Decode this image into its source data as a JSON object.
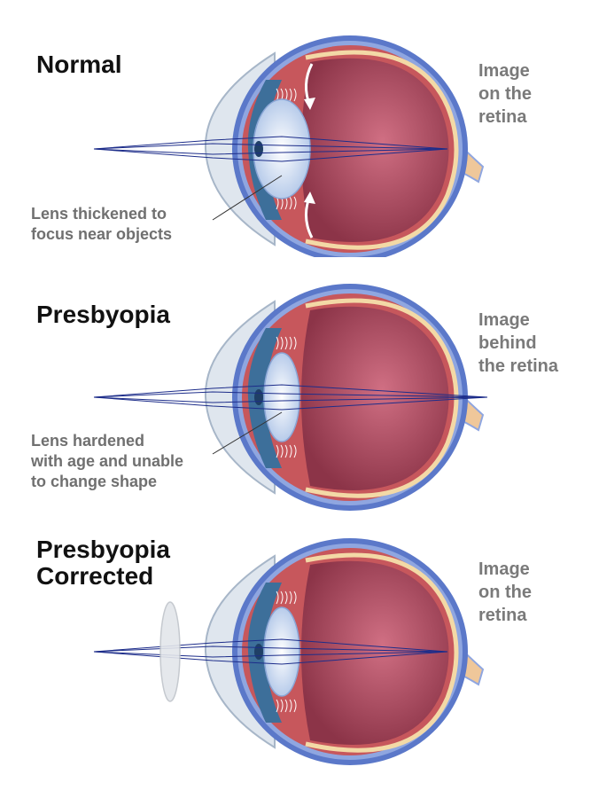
{
  "colors": {
    "sclera_outer": "#5b78c9",
    "sclera_inner": "#8fa6e0",
    "choroid": "#c7575c",
    "retina": "#f3d9a6",
    "vitreous_light": "#d06f83",
    "vitreous_dark": "#8c3448",
    "cornea": "#dfe6ee",
    "iris": "#3d6f9a",
    "lens": "#dbe7f7",
    "optic_nerve": "#efc79a",
    "ray": "#1d2d8a",
    "label_gray": "#707070"
  },
  "panels": [
    {
      "title": "Normal",
      "side_label": "Image\non the\nretina",
      "note": "Lens thickened to\nfocus near objects",
      "lens_state": "thick",
      "focus": "on-retina",
      "has_corrective_lens": false,
      "has_arrows": true
    },
    {
      "title": "Presbyopia",
      "side_label": "Image\nbehind\nthe retina",
      "note": "Lens hardened\nwith age and unable\nto change shape",
      "lens_state": "thin",
      "focus": "behind-retina",
      "has_corrective_lens": false,
      "has_arrows": false
    },
    {
      "title": "Presbyopia\nCorrected",
      "side_label": "Image\non the\nretina",
      "note": "",
      "lens_state": "thin",
      "focus": "on-retina",
      "has_corrective_lens": true,
      "has_arrows": false
    }
  ]
}
